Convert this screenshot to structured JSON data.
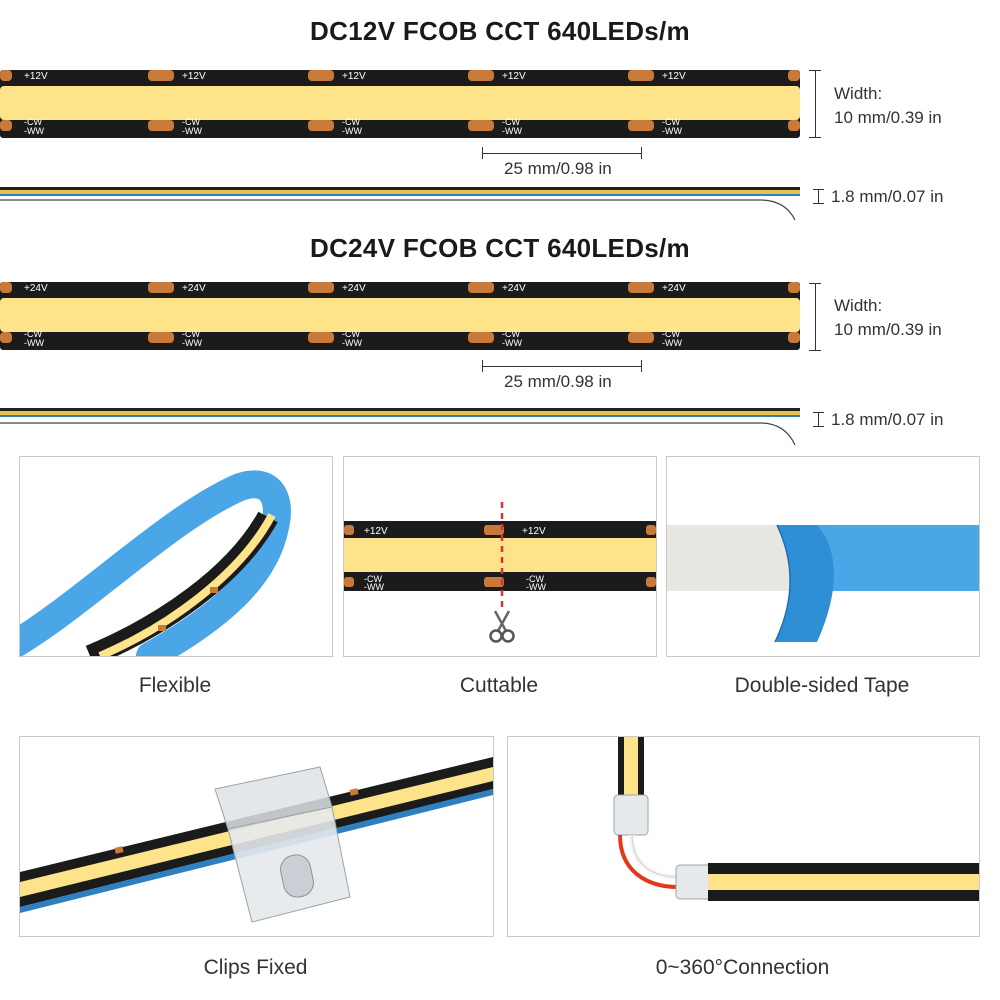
{
  "section1": {
    "title": "DC12V FCOB CCT 640LEDs/m",
    "pad_label_top": "+12V",
    "pad_label_bottom_1": "-CW",
    "pad_label_bottom_2": "-WW",
    "width_label": "Width:",
    "width_value": "10 mm/0.39 in",
    "pitch_value": "25 mm/0.98 in",
    "thickness_value": "1.8 mm/0.07 in"
  },
  "section2": {
    "title": "DC24V FCOB CCT 640LEDs/m",
    "pad_label_top": "+24V",
    "pad_label_bottom_1": "-CW",
    "pad_label_bottom_2": "-WW",
    "width_label": "Width:",
    "width_value": "10 mm/0.39 in",
    "pitch_value": "25 mm/0.98 in",
    "thickness_value": "1.8 mm/0.07 in"
  },
  "features": [
    {
      "caption": "Flexible"
    },
    {
      "caption": "Cuttable"
    },
    {
      "caption": "Double-sided Tape"
    },
    {
      "caption": "Clips Fixed"
    },
    {
      "caption": "0~360°Connection"
    }
  ],
  "colors": {
    "strip_black": "#1b1b1b",
    "led_yellow": "#fde48a",
    "pad_copper": "#c97a3a",
    "tape_blue": "#4aa6e6",
    "cut_line_red": "#e03030"
  }
}
